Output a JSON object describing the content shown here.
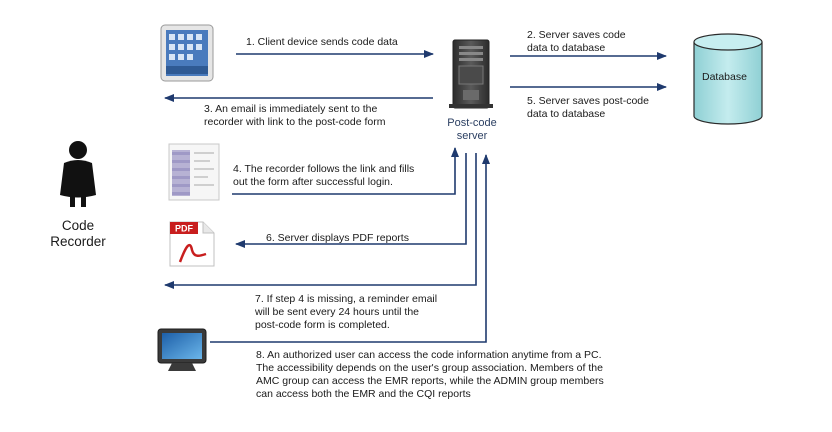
{
  "actor": {
    "label_line1": "Code",
    "label_line2": "Recorder"
  },
  "server": {
    "label_line1": "Post-code",
    "label_line2": "server"
  },
  "database": {
    "label": "Database"
  },
  "pdf_icon": {
    "label": "PDF"
  },
  "steps": {
    "s1": "1. Client device sends code data",
    "s2_l1": "2. Server saves code",
    "s2_l2": "data to database",
    "s3_l1": "3. An email is immediately sent to the",
    "s3_l2": "recorder with link to the post-code form",
    "s4_l1": "4. The recorder follows the link and fills",
    "s4_l2": "out the form after successful login.",
    "s5_l1": "5. Server saves post-code",
    "s5_l2": "data to database",
    "s6": "6. Server displays PDF reports",
    "s7_l1": "7. If step 4 is missing, a reminder email",
    "s7_l2": "will be sent every 24 hours until the",
    "s7_l3": "post-code form is completed.",
    "s8_l1": "8. An authorized user can access the code information anytime from a PC.",
    "s8_l2": "The accessibility depends on the user's group association. Members of the",
    "s8_l3": "AMC group can access the EMR reports, while the ADMIN group members",
    "s8_l4": "can access both the EMR and the CQI reports"
  },
  "colors": {
    "arrow": "#1f3a6e",
    "database_fill": "#a9dde0",
    "server_dark": "#3d3d3d"
  }
}
